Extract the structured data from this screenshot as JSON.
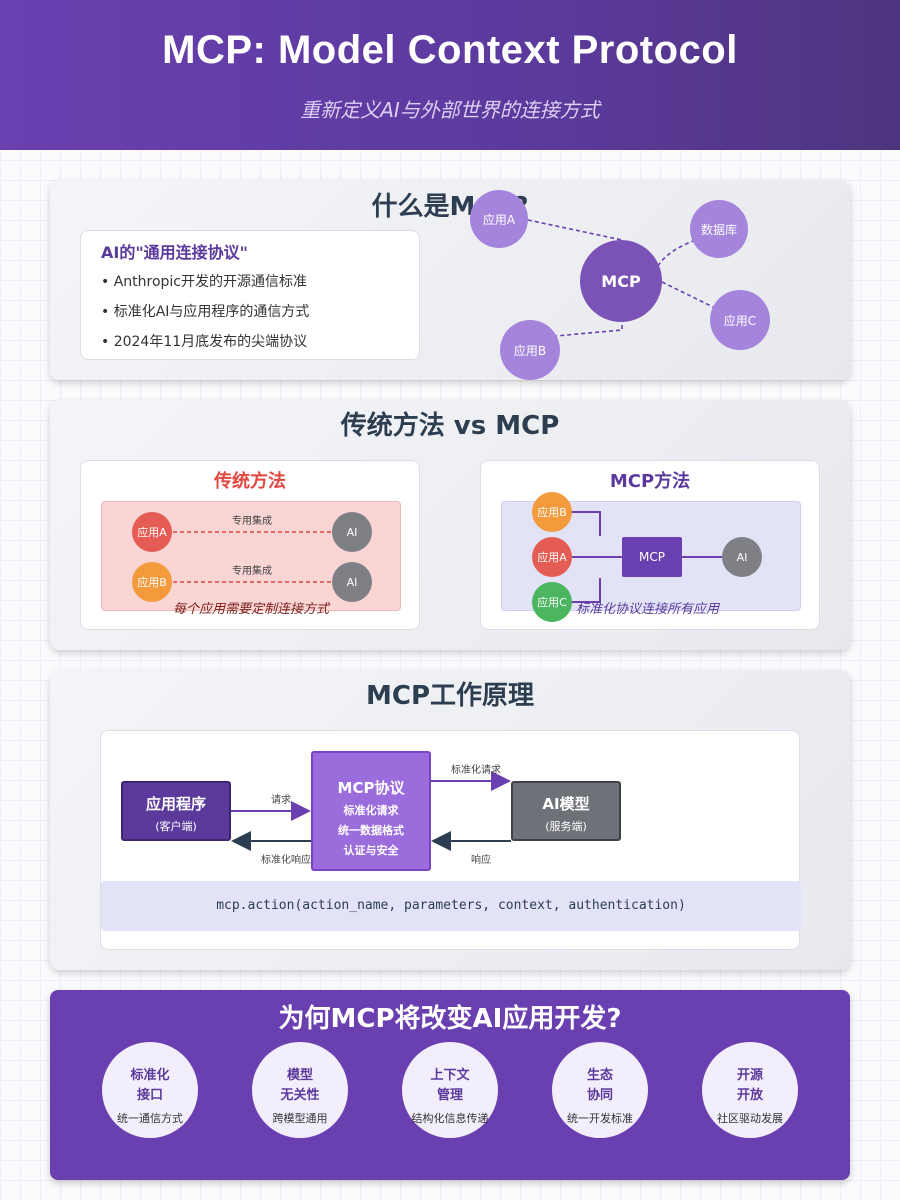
{
  "header": {
    "title": "MCP: Model Context Protocol",
    "subtitle": "重新定义AI与外部世界的连接方式"
  },
  "what": {
    "title": "什么是MCP?",
    "box_title": "AI的\"通用连接协议\"",
    "bullets": [
      "• Anthropic开发的开源通信标准",
      "• 标准化AI与应用程序的通信方式",
      "• 2024年11月底发布的尖端协议"
    ],
    "hub": "MCP",
    "nodes": {
      "app_a": "应用A",
      "db": "数据库",
      "app_c": "应用C",
      "app_b": "应用B"
    }
  },
  "compare": {
    "title": "传统方法 vs MCP",
    "trad": {
      "title": "传统方法",
      "app_a": "应用A",
      "app_b": "应用B",
      "ai1": "AI",
      "ai2": "AI",
      "link1": "专用集成",
      "link2": "专用集成",
      "caption": "每个应用需要定制连接方式"
    },
    "mcp": {
      "title": "MCP方法",
      "app_b": "应用B",
      "app_a": "应用A",
      "app_c": "应用C",
      "hub": "MCP",
      "ai": "AI",
      "caption": "标准化协议连接所有应用"
    }
  },
  "how": {
    "title": "MCP工作原理",
    "app": {
      "name": "应用程序",
      "sub": "(客户端)"
    },
    "protocol": {
      "name": "MCP协议",
      "lines": [
        "标准化请求",
        "统一数据格式",
        "认证与安全"
      ]
    },
    "model": {
      "name": "AI模型",
      "sub": "(服务端)"
    },
    "arrows": {
      "request": "请求",
      "std_request": "标准化请求",
      "std_response": "标准化响应",
      "response": "响应"
    },
    "code": "mcp.action(action_name, parameters, context, authentication)"
  },
  "why": {
    "title": "为何MCP将改变AI应用开发?",
    "items": [
      {
        "l1": "标准化",
        "l2": "接口",
        "desc": "统一通信方式"
      },
      {
        "l1": "模型",
        "l2": "无关性",
        "desc": "跨模型通用"
      },
      {
        "l1": "上下文",
        "l2": "管理",
        "desc": "结构化信息传递"
      },
      {
        "l1": "生态",
        "l2": "协同",
        "desc": "统一开发标准"
      },
      {
        "l1": "开源",
        "l2": "开放",
        "desc": "社区驱动发展"
      }
    ]
  },
  "colors": {
    "purple": "#6a3fb0",
    "light_purple": "#a585dc",
    "red": "#e55c55",
    "orange": "#f39a3c",
    "green": "#4bb560",
    "gray": "#7f8086",
    "dark": "#2c3e50"
  }
}
